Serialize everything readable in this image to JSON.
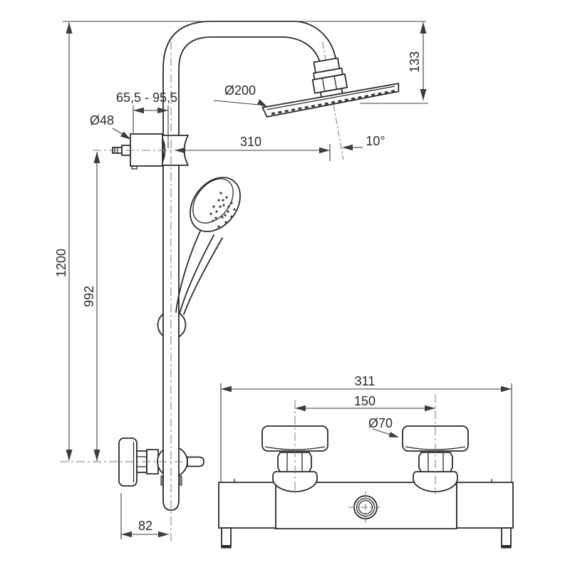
{
  "drawing": {
    "title": "Thermostatic shower system installation drawing",
    "views": [
      "side view with riser, overhead shower and hand shower",
      "front view of thermostatic mixer"
    ]
  },
  "labels": {
    "riser_height": "1200",
    "hose_height": "992",
    "slider_range": "65,5 - 95,5",
    "slider_diameter": "Ø48",
    "head_projection": "310",
    "head_diameter": "Ø200",
    "head_angle": "10°",
    "head_height": "133",
    "mixer_width": "311",
    "inlet_distance": "150",
    "knob_diameter": "Ø70",
    "wall_distance": "82"
  }
}
